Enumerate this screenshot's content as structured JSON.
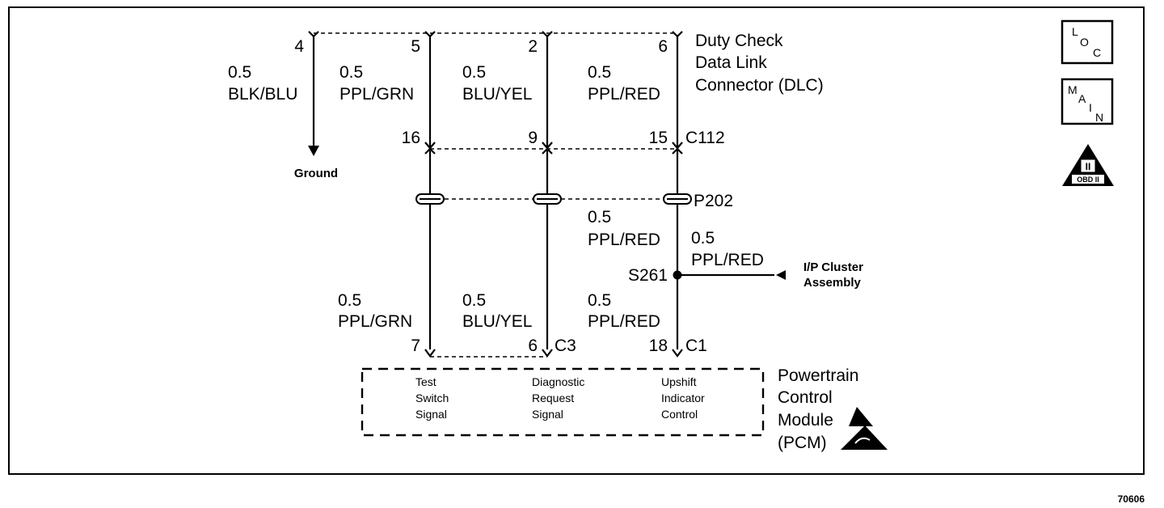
{
  "dlc": {
    "name_lines": [
      "Duty Check",
      "Data Link",
      "Connector (DLC)"
    ],
    "pins": [
      "4",
      "5",
      "2",
      "6"
    ]
  },
  "wires_top": [
    {
      "gauge": "0.5",
      "color": "BLK/BLU"
    },
    {
      "gauge": "0.5",
      "color": "PPL/GRN"
    },
    {
      "gauge": "0.5",
      "color": "BLU/YEL"
    },
    {
      "gauge": "0.5",
      "color": "PPL/RED"
    }
  ],
  "ground_label": "Ground",
  "c112": {
    "pins": [
      "16",
      "9",
      "15"
    ],
    "name": "C112"
  },
  "p202": {
    "name": "P202"
  },
  "mid_wire": {
    "gauge": "0.5",
    "color": "PPL/RED"
  },
  "splice": {
    "name": "S261"
  },
  "branch_wire": {
    "gauge": "0.5",
    "color": "PPL/RED"
  },
  "ip_cluster_lines": [
    "I/P Cluster",
    "Assembly"
  ],
  "wires_bottom": [
    {
      "gauge": "0.5",
      "color": "PPL/GRN"
    },
    {
      "gauge": "0.5",
      "color": "BLU/YEL"
    },
    {
      "gauge": "0.5",
      "color": "PPL/RED"
    }
  ],
  "c3": {
    "pins": [
      "7",
      "6"
    ],
    "name": "C3"
  },
  "c1": {
    "pin": "18",
    "name": "C1"
  },
  "pcm_signals": [
    [
      "Test",
      "Switch",
      "Signal"
    ],
    [
      "Diagnostic",
      "Request",
      "Signal"
    ],
    [
      "Upshift",
      "Indicator",
      "Control"
    ]
  ],
  "pcm_name_lines": [
    "Powertrain",
    "Control",
    "Module",
    "(PCM)"
  ],
  "badges": {
    "loc": [
      "L",
      "O",
      "C"
    ],
    "main": [
      "M",
      "A",
      "I",
      "N"
    ],
    "obd": {
      "numeral": "II",
      "text": "OBD II"
    }
  },
  "figure_id": "70606"
}
